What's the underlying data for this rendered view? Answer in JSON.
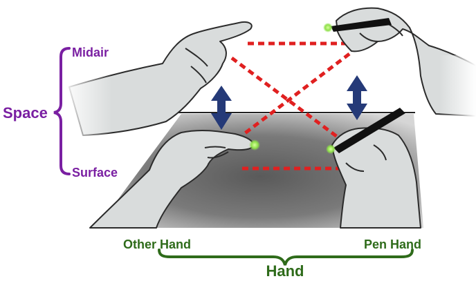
{
  "labels": {
    "space": "Space",
    "midair": "Midair",
    "surface": "Surface",
    "other_hand": "Other Hand",
    "pen_hand": "Pen Hand",
    "hand": "Hand"
  },
  "colors": {
    "purple": "#7a1fa2",
    "green": "#2e6b1a",
    "dashed_red": "#e02020",
    "arrow_navy": "#253a78",
    "hand_fill": "#d9dcdc",
    "hand_outline": "#2b2b2b",
    "surface_center": "#5f5f5f",
    "surface_edge": "#bdbdbd",
    "touch_glow": "#9cf05a",
    "pen_black": "#111111"
  }
}
